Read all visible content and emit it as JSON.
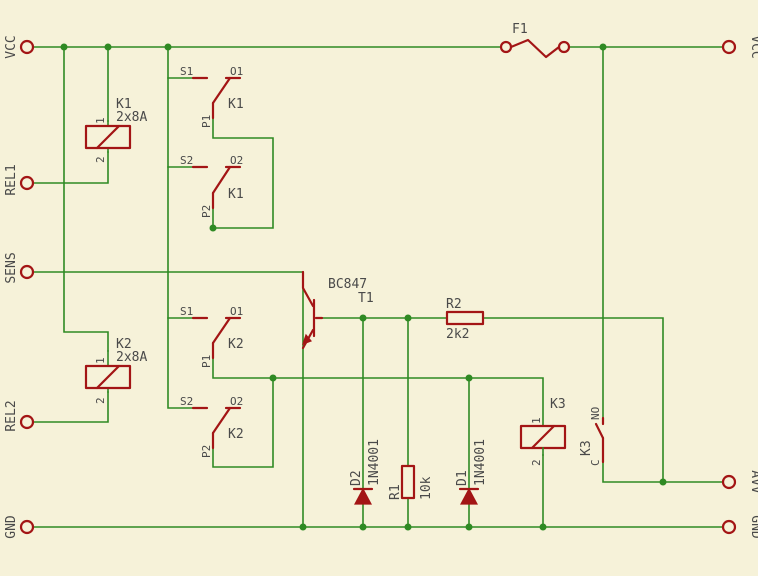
{
  "ports": {
    "vcc_left": "VCC",
    "rel1": "REL1",
    "sens": "SENS",
    "rel2": "REL2",
    "gnd_left": "GND",
    "vcc_right": "VCC",
    "avv": "AVV",
    "gnd_right": "GND"
  },
  "fuse": {
    "name": "F1"
  },
  "relay_k1": {
    "name": "K1",
    "value": "2x8A",
    "pin1": "1",
    "pin2": "2"
  },
  "relay_k2": {
    "name": "K2",
    "value": "2x8A",
    "pin1": "1",
    "pin2": "2"
  },
  "relay_k3": {
    "name": "K3",
    "pin1": "1",
    "pin2": "2"
  },
  "switch_k3": {
    "name": "K3",
    "c": "C",
    "no": "NO"
  },
  "contacts": [
    {
      "s": "S1",
      "o": "O1",
      "p": "P1",
      "relay": "K1"
    },
    {
      "s": "S2",
      "o": "O2",
      "p": "P2",
      "relay": "K1"
    },
    {
      "s": "S1",
      "o": "O1",
      "p": "P1",
      "relay": "K2"
    },
    {
      "s": "S2",
      "o": "O2",
      "p": "P2",
      "relay": "K2"
    }
  ],
  "transistor": {
    "type": "BC847",
    "name": "T1"
  },
  "r2": {
    "name": "R2",
    "value": "2k2"
  },
  "r1": {
    "name": "R1",
    "value": "10k"
  },
  "d2": {
    "name": "D2",
    "value": "1N4001"
  },
  "d1": {
    "name": "D1",
    "value": "1N4001"
  }
}
